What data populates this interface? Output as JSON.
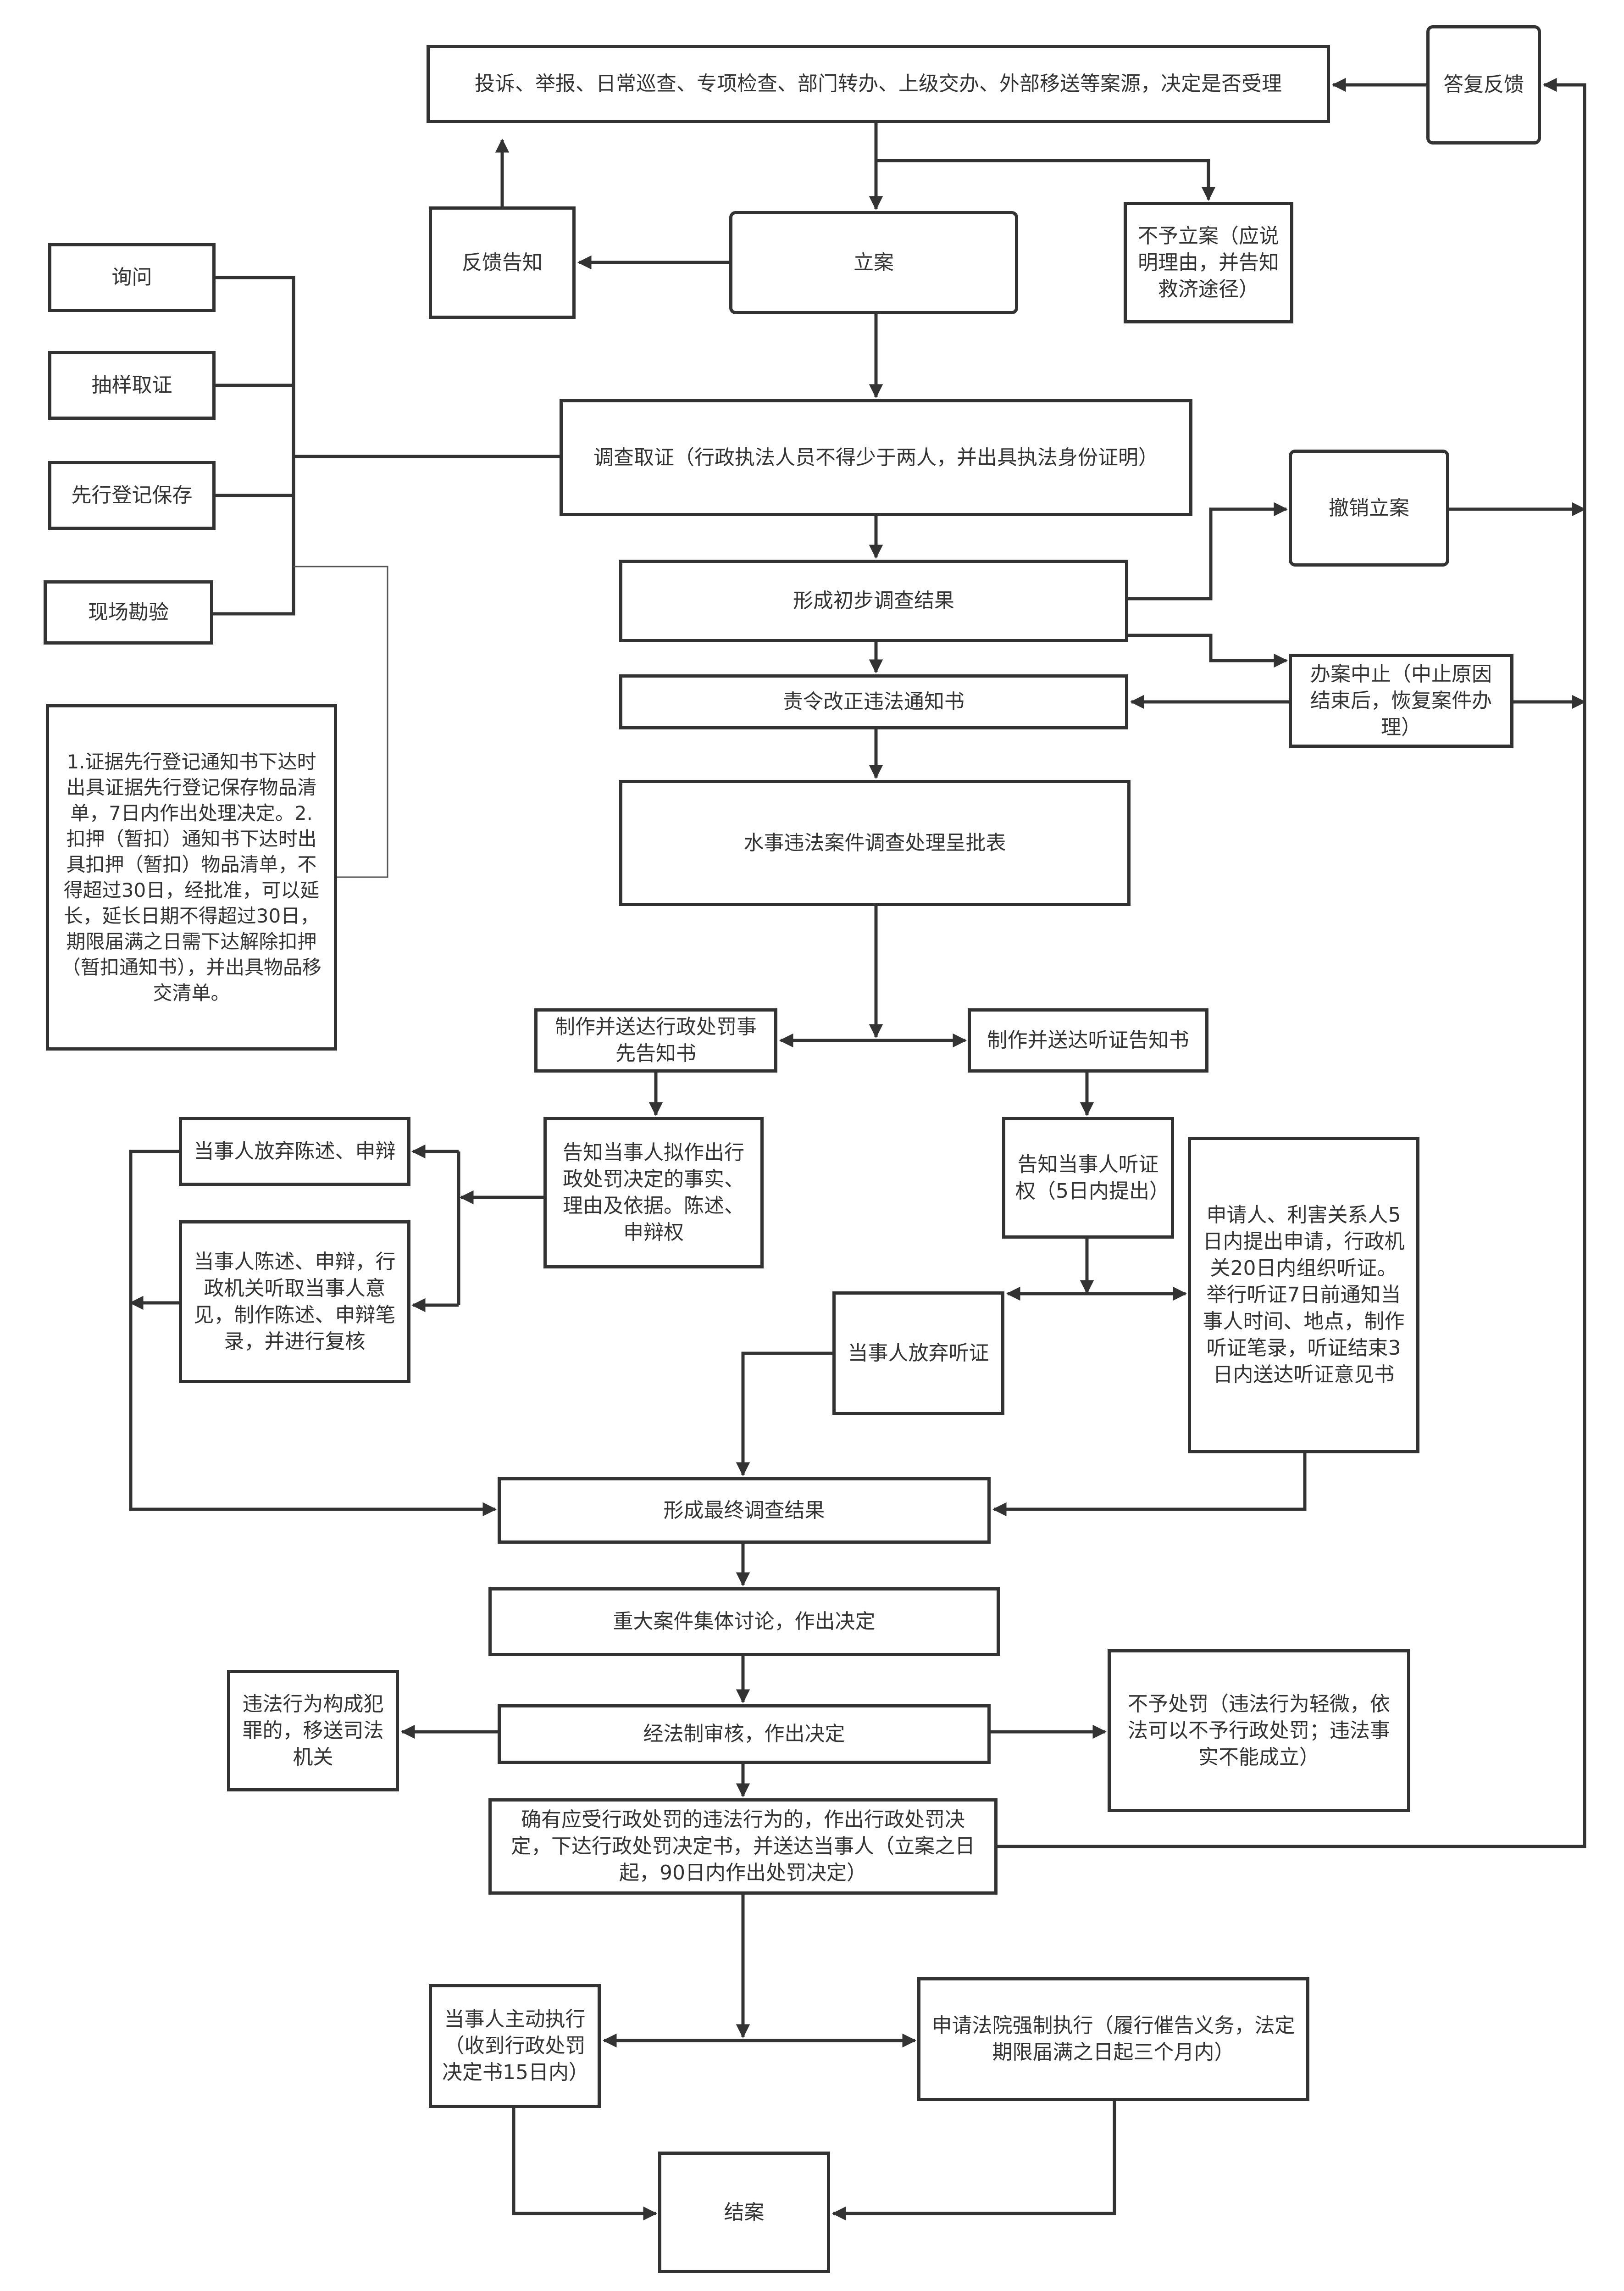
{
  "colors": {
    "line": "#333333",
    "thin_line": "#555555",
    "background": "#ffffff"
  },
  "nodes": {
    "case_sources": "投诉、举报、日常巡查、专项检查、部门转办、上级交办、外部移送等案源，决定是否受理",
    "reply_feedback": "答复反馈",
    "feedback_notice": "反馈告知",
    "file_case": "立案",
    "no_case": "不予立案（应说明理由，并告知救济途径）",
    "inquiry": "询问",
    "sampling": "抽样取证",
    "preregistration": "先行登记保存",
    "site_inspection": "现场勘验",
    "investigation": "调查取证（行政执法人员不得少于两人，并出具执法身份证明）",
    "revoke_case": "撤销立案",
    "preliminary_result": "形成初步调查结果",
    "suspend_case": "办案中止（中止原因结束后，恢复案件办理）",
    "rectification_notice": "责令改正违法通知书",
    "evidence_note": "1.证据先行登记通知书下达时出具证据先行登记保存物品清单，7日内作出处理决定。2.扣押（暂扣）通知书下达时出具扣押（暂扣）物品清单，不得超过30日，经批准，可以延长，延长日期不得超过30日，期限届满之日需下达解除扣押（暂扣通知书），并出具物品移交清单。",
    "approval_form": "水事违法案件调查处理呈批表",
    "penalty_prenotice": "制作并送达行政处罚事先告知书",
    "hearing_notice": "制作并送达听证告知书",
    "waive_statement": "当事人放弃陈述、申辩",
    "inform_facts": "告知当事人拟作出行政处罚决定的事实、理由及依据。陈述、申辩权",
    "hearing_right": "告知当事人听证权（5日内提出）",
    "statement_review": "当事人陈述、申辩，行政机关听取当事人意见，制作陈述、申辩笔录，并进行复核",
    "hearing_process": "申请人、利害关系人5日内提出申请，行政机关20日内组织听证。举行听证7日前通知当事人时间、地点，制作听证笔录，听证结束3日内送达听证意见书",
    "waive_hearing": "当事人放弃听证",
    "final_result": "形成最终调查结果",
    "collective_discussion": "重大案件集体讨论，作出决定",
    "crime_transfer": "违法行为构成犯罪的，移送司法机关",
    "legal_review": "经法制审核，作出决定",
    "no_penalty": "不予处罚（违法行为轻微，依法可以不予行政处罚；违法事实不能成立）",
    "penalty_decision": "确有应受行政处罚的违法行为的，作出行政处罚决定，下达行政处罚决定书，并送达当事人（立案之日起，90日内作出处罚决定）",
    "voluntary_execution": "当事人主动执行（收到行政处罚决定书15日内）",
    "court_enforcement": "申请法院强制执行（履行催告义务，法定期限届满之日起三个月内）",
    "close_case": "结案"
  }
}
